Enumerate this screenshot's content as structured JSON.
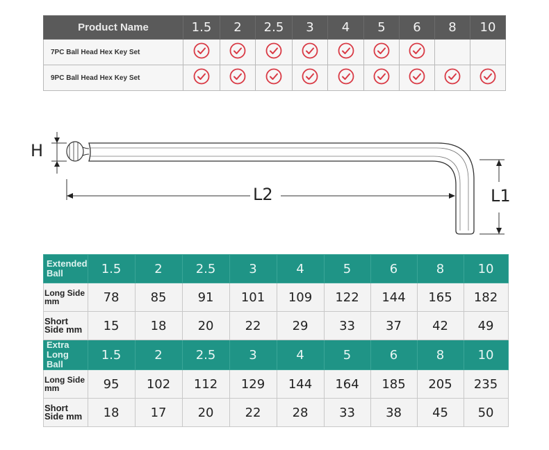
{
  "compat_table": {
    "header_label": "Product Name",
    "sizes": [
      "1.5",
      "2",
      "2.5",
      "3",
      "4",
      "5",
      "6",
      "8",
      "10"
    ],
    "rows": [
      {
        "name": "7PC Ball Head Hex Key Set",
        "checks": [
          true,
          true,
          true,
          true,
          true,
          true,
          true,
          false,
          false
        ]
      },
      {
        "name": "9PC Ball Head Hex Key Set",
        "checks": [
          true,
          true,
          true,
          true,
          true,
          true,
          true,
          true,
          true
        ]
      }
    ],
    "check_color": "#d93a45"
  },
  "diagram": {
    "label_h": "H",
    "label_l1": "L1",
    "label_l2": "L2"
  },
  "spec_table": {
    "accent_color": "#1f9486",
    "groups": [
      {
        "label": "Extended Ball",
        "sizes": [
          "1.5",
          "2",
          "2.5",
          "3",
          "4",
          "5",
          "6",
          "8",
          "10"
        ],
        "long_label": "Long Side mm",
        "long": [
          "78",
          "85",
          "91",
          "101",
          "109",
          "122",
          "144",
          "165",
          "182"
        ],
        "short_label": "Short Side mm",
        "short": [
          "15",
          "18",
          "20",
          "22",
          "29",
          "33",
          "37",
          "42",
          "49"
        ]
      },
      {
        "label": "Extra Long Ball",
        "sizes": [
          "1.5",
          "2",
          "2.5",
          "3",
          "4",
          "5",
          "6",
          "8",
          "10"
        ],
        "long_label": "Long Side mm",
        "long": [
          "95",
          "102",
          "112",
          "129",
          "144",
          "164",
          "185",
          "205",
          "235"
        ],
        "short_label": "Short Side mm",
        "short": [
          "18",
          "17",
          "20",
          "22",
          "28",
          "33",
          "38",
          "45",
          "50"
        ]
      }
    ]
  }
}
